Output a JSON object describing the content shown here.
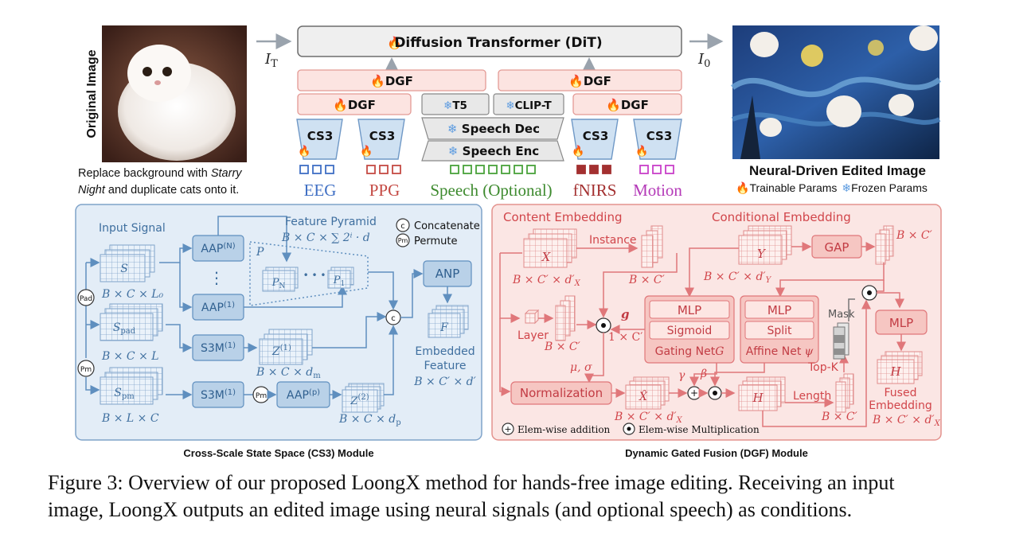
{
  "top": {
    "original_image_label": "Original Image",
    "instruction_line1_a": "Replace background with ",
    "instruction_line1_b": "Starry",
    "instruction_line2_a": "Night",
    "instruction_line2_b": " and duplicate cats onto it.",
    "it_label": "I",
    "it_sub": "T",
    "i0_label": "I",
    "i0_sub": "0",
    "dit_a": "Diffusion",
    "dit_b": " Transformer (DiT)",
    "dgf": "DGF",
    "cs3": "CS3",
    "t5": "T5",
    "clip": "CLIP-T",
    "speech_dec": "Speech Dec",
    "speech_enc": "Speech Enc",
    "edited_title": "Neural-Driven Edited Image",
    "legend_trainable": "Trainable Params",
    "legend_frozen": "Frozen Params",
    "signals": [
      {
        "name": "EEG",
        "color": "#3f6fc4"
      },
      {
        "name": "PPG",
        "color": "#c44a44"
      },
      {
        "name": "Speech (Optional)",
        "color": "#3d8a2e"
      },
      {
        "name": "fNIRS",
        "color": "#a33030"
      },
      {
        "name": "Motion",
        "color": "#b43ab8"
      }
    ]
  },
  "cs3_module": {
    "input_signal": "Input Signal",
    "feature_pyramid": "Feature Pyramid",
    "pyramid_dims": "B × C × ∑ 2ⁱ · d",
    "concat_legend": "Concatenate",
    "permute_legend": "Permute",
    "s": "S",
    "s_pad": "S",
    "s_pad_sub": "pad",
    "s_pm": "S",
    "s_pm_sub": "pm",
    "dim_s": "B × C × L₀",
    "dim_spad": "B × C × L",
    "dim_spm": "B × L × C",
    "pad": "Pad",
    "pm": "Pm",
    "c": "c",
    "aap_n": "AAP",
    "aap_n_sup": "(N)",
    "aap_1": "AAP",
    "aap_1_sup": "(1)",
    "aap_p": "AAP",
    "aap_p_sup": "(p)",
    "s3m": "S3M",
    "s3m_sup": "(1)",
    "vdots": "⋮",
    "p": "P",
    "pn": "P",
    "pn_sub": "N",
    "p1": "P",
    "p1_sub": "1",
    "dots": "• • •",
    "z1": "Z",
    "z1_sup": "(1)",
    "dim_z1": "B × C × d",
    "dim_z1_sub": "m",
    "z2": "Z",
    "z2_sup": "(2)",
    "dim_z2": "B × C × d",
    "dim_z2_sub": "p",
    "anp": "ANP",
    "f": "F",
    "embedded": "Embedded",
    "feature": "Feature",
    "dim_f": "B × C′ × d′",
    "title": "Cross-Scale State Space (CS3) Module"
  },
  "dgf_module": {
    "content_embedding": "Content Embedding",
    "conditional_embedding": "Conditional Embedding",
    "x": "X",
    "dim_x": "B × C′ × d′",
    "dim_x_sub": "X",
    "instance": "Instance",
    "dim_inst": "B × C′",
    "y": "Y",
    "dim_y": "B × C′ × d′",
    "dim_y_sub": "Y",
    "gap": "GAP",
    "dim_gap": "B × C′",
    "layer": "Layer",
    "dim_layer": "B × C′",
    "g": "g",
    "dim_g": "1 × C′",
    "mlp": "MLP",
    "sigmoid": "Sigmoid",
    "gating_net": "Gating Net",
    "gating_sym": "G",
    "split": "Split",
    "affine_net": "Affine Net",
    "affine_sym": "ψ",
    "mask": "Mask",
    "topk": "Top-K",
    "mu_sigma": "μ, σ",
    "gamma": "γ",
    "beta": "β",
    "normalization": "Normalization",
    "xhat": "X̂",
    "dim_xhat": "B × C′ × d′",
    "dim_xhat_sub": "X",
    "h": "H",
    "length": "Length",
    "dim_len": "B × C′",
    "h_fused": "H",
    "fused": "Fused",
    "embedding": "Embedding",
    "dim_fused": "B × C′ × d′",
    "dim_fused_sub": "X",
    "legend_add": "Elem-wise addition",
    "legend_mul": "Elem-wise Multiplication",
    "title": "Dynamic Gated Fusion (DGF) Module"
  },
  "caption": {
    "line1": "Figure 3: Overview of our proposed LoongX method for hands-free image editing. Receiving an input",
    "line2": "image, LoongX outputs an edited image using neural signals (and optional speech) as conditions."
  },
  "colors": {
    "blue_panel": "#e3edf7",
    "blue_border": "#7fa3c9",
    "blue_box": "#b9d1e8",
    "blue_text": "#3f6f9f",
    "pink_panel": "#fbe6e4",
    "pink_border": "#e3928d",
    "pink_box": "#f6c6c2",
    "pink_text": "#d1454a",
    "flame": "#f28a1c",
    "snow": "#5c9be0"
  }
}
